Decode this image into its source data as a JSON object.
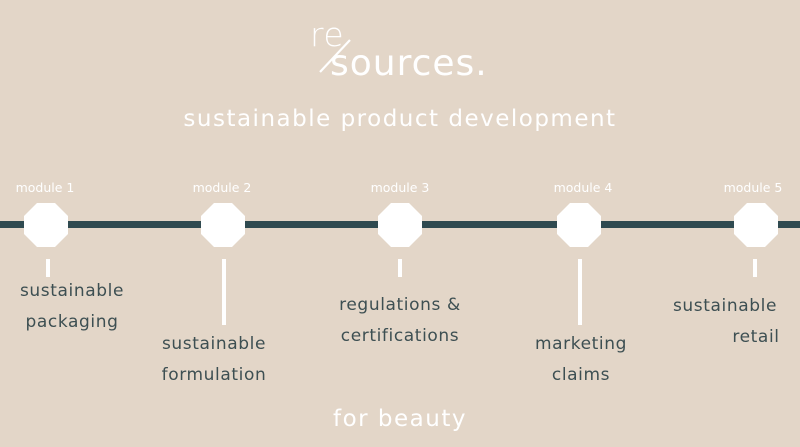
{
  "logo": {
    "re": "re",
    "sources": "sources."
  },
  "subtitle": "sustainable product development",
  "footer": "for beauty",
  "modules": [
    {
      "label": "module 1",
      "topic": [
        "sustainable",
        "packaging"
      ]
    },
    {
      "label": "module 2",
      "topic": [
        "sustainable",
        "formulation"
      ]
    },
    {
      "label": "module 3",
      "topic": [
        "regulations &",
        "certifications"
      ]
    },
    {
      "label": "module 4",
      "topic": [
        "marketing",
        "claims"
      ]
    },
    {
      "label": "module 5",
      "topic": [
        "sustainable",
        "retail"
      ]
    }
  ],
  "colors": {
    "background": "#e3d6c8",
    "timeline": "#2f4a50",
    "node": "#ffffff",
    "topic_text": "#3d4f52"
  }
}
